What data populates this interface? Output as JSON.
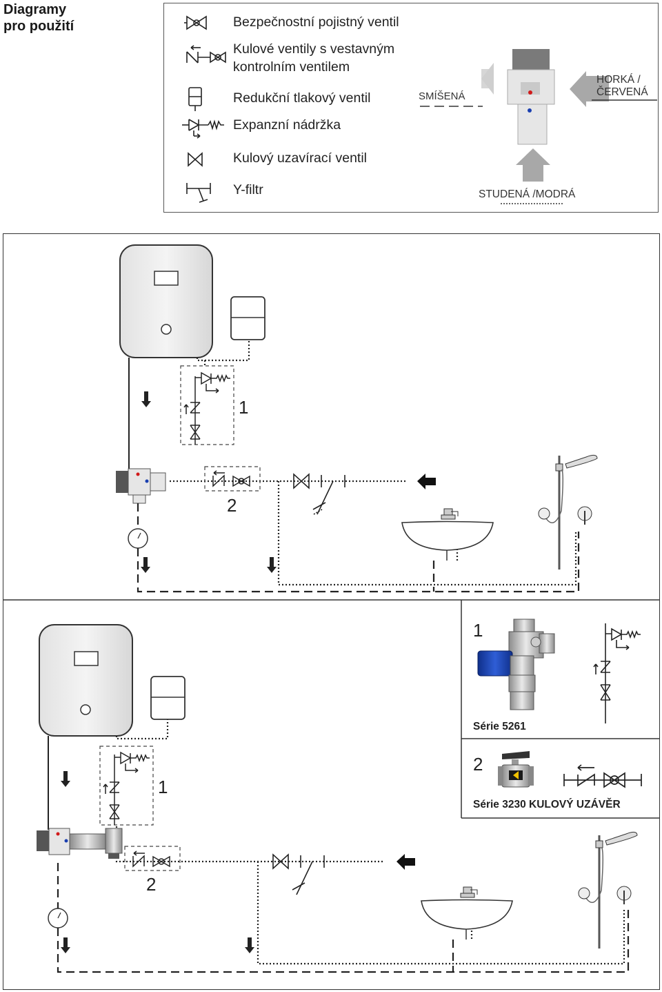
{
  "heading": {
    "line1": "Diagramy",
    "line2": "pro použití"
  },
  "legend": {
    "items": [
      {
        "icon": "safety-valve-icon",
        "text": "Bezpečnostní pojistný ventil"
      },
      {
        "icon": "ball-valve-check-icon",
        "text": "Kulové ventily s vestavným",
        "text2": "kontrolním ventilem"
      },
      {
        "icon": "pressure-reducer-icon",
        "text": "Redukční tlakový ventil"
      },
      {
        "icon": "expansion-tank-icon",
        "text": "Expanzní nádržka"
      },
      {
        "icon": "shutoff-valve-icon",
        "text": "Kulový uzavírací ventil"
      },
      {
        "icon": "y-filter-icon",
        "text": "Y-filtr"
      }
    ],
    "mixer": {
      "mixed_label": "SMÍŠENÁ",
      "hot_label_1": "HORKÁ /",
      "hot_label_2": "ČERVENÁ",
      "cold_label": "STUDENÁ /MODRÁ",
      "hot_color": "#d11a1a",
      "cold_color": "#1a3fb0"
    }
  },
  "diagram1": {
    "label_1": "1",
    "label_2": "2"
  },
  "diagram2": {
    "label_1": "1",
    "label_2": "2"
  },
  "detail1": {
    "number": "1",
    "serie": "Série 5261"
  },
  "detail2": {
    "number": "2",
    "serie": "Série 3230 KULOVÝ UZÁVĚR"
  }
}
